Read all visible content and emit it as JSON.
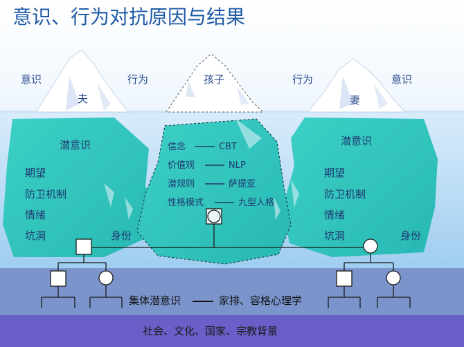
{
  "title": "意识、行为对抗原因与结果",
  "top_labels": {
    "left_consciousness": "意识",
    "left_behavior": "行为",
    "child": "孩子",
    "right_behavior": "行为",
    "right_consciousness": "意识"
  },
  "husband": "夫",
  "wife": "妻",
  "left_iceberg": {
    "subconscious": "潜意识",
    "items": [
      "期望",
      "防卫机制",
      "情绪",
      "坑洞"
    ],
    "identity": "身份"
  },
  "right_iceberg": {
    "subconscious": "潜意识",
    "items": [
      "期望",
      "防卫机制",
      "情绪",
      "坑洞"
    ],
    "identity": "身份"
  },
  "center": {
    "lines": [
      {
        "term": "信念",
        "method": "CBT"
      },
      {
        "term": "价值观",
        "method": "NLP"
      },
      {
        "term": "潜规则",
        "method": "萨提亚"
      },
      {
        "term": "性格模式",
        "method": "九型人格"
      }
    ]
  },
  "collective": {
    "term": "集体潜意识",
    "method": "家排、容格心理学"
  },
  "footer": "社会、文化、国家、宗教背景",
  "colors": {
    "title": "#1f5aa6",
    "sky": "#ffffff",
    "water": "#b9dcf5",
    "iceberg_under": "#35c8c0",
    "deep_band": "#7b95cc",
    "footer_band": "#6a5fc9",
    "iceberg_top": "#ffffff"
  }
}
